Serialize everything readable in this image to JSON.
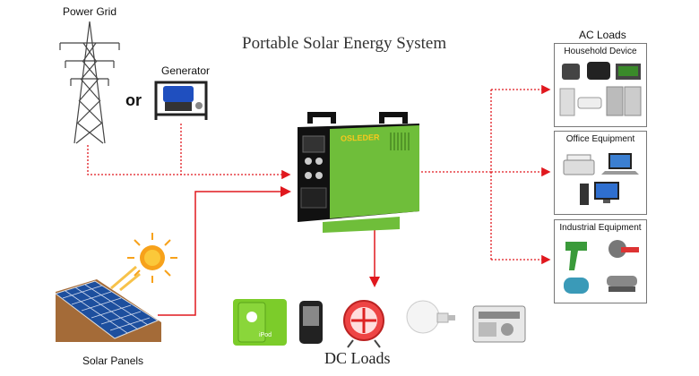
{
  "title": "Portable Solar Energy System",
  "sources": {
    "power_grid": "Power Grid",
    "generator": "Generator",
    "or": "or",
    "solar_panels": "Solar Panels"
  },
  "device": {
    "brand": "OSLEDER"
  },
  "ac_loads": {
    "title": "AC Loads",
    "groups": [
      {
        "label": "Household Device"
      },
      {
        "label": "Office Equipment"
      },
      {
        "label": "Industrial Equipment"
      }
    ]
  },
  "dc_loads": {
    "title": "DC Loads",
    "ipod_label": "iPod"
  },
  "colors": {
    "line": "#e0181e",
    "device_green": "#6fbe3a",
    "sun": "#f7a21b"
  }
}
